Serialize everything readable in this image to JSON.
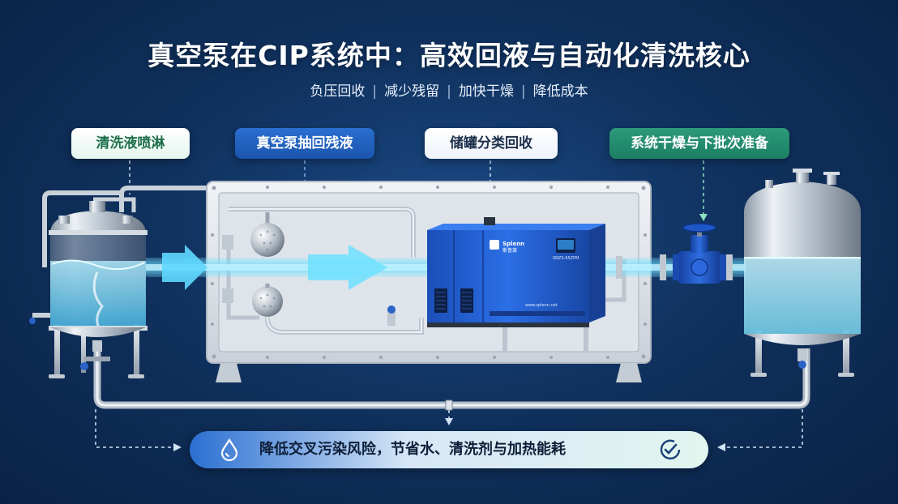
{
  "title": "真空泵在CIP系统中：高效回液与自动化清洗核心",
  "benefits": [
    "负压回收",
    "减少残留",
    "加快干燥",
    "降低成本"
  ],
  "steps": [
    {
      "label": "清洗液喷淋"
    },
    {
      "label": "真空泵抽回残液"
    },
    {
      "label": "储罐分类回收"
    },
    {
      "label": "系统干燥与下批次准备"
    }
  ],
  "pump": {
    "brand": "Splenn",
    "brand_cn": "斯普莱",
    "model": "SNZS-65ZPM",
    "url": "www.splenn.net"
  },
  "summary": "降低交叉污染风险，节省水、清洗剂与加热能耗",
  "colors": {
    "background": "#10325f",
    "flow": "#4fd2ff",
    "pump_body": "#1f5fd8",
    "valve": "#1f56c8",
    "liquid": "#7fd6ef"
  },
  "icons": {
    "banner_left": "water-drop-icon",
    "banner_right": "check-circle-icon"
  }
}
